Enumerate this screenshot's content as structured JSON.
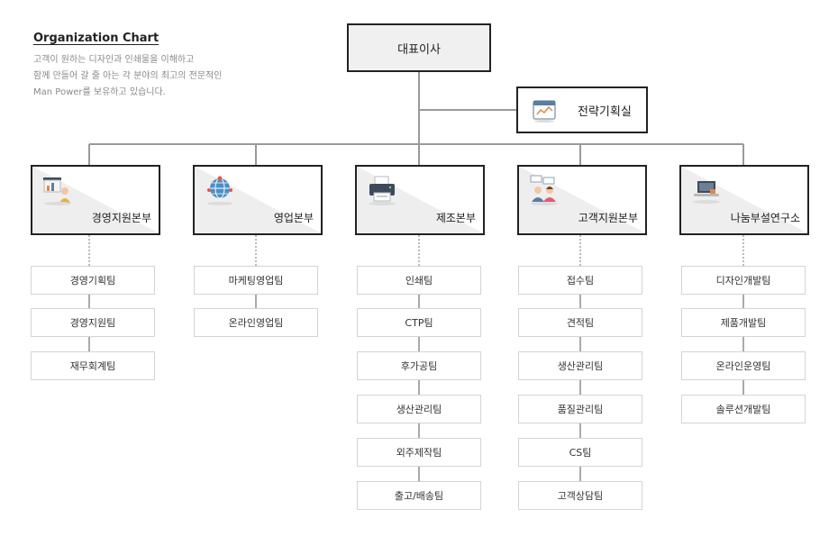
{
  "intro": {
    "title": "Organization Chart",
    "lines": [
      "고객이 원하는 디자인과 인쇄물을 이해하고",
      "함께 만들어 갈 줄 아는 각 분야의 최고의 전문적인",
      "Man Power를 보유하고 있습니다."
    ]
  },
  "ceo": {
    "label": "대표이사"
  },
  "strategy": {
    "label": "전략기획실",
    "icon": "calendar-chart-icon"
  },
  "divisions": [
    {
      "label": "경영지원본부",
      "icon": "presentation-board-icon",
      "teams": [
        "경영기획팀",
        "경영지원팀",
        "재무회계팀"
      ]
    },
    {
      "label": "영업본부",
      "icon": "globe-pin-icon",
      "teams": [
        "마케팅영업팀",
        "온라인영업팀"
      ]
    },
    {
      "label": "제조본부",
      "icon": "printer-icon",
      "teams": [
        "인쇄팀",
        "CTP팀",
        "후가공팀",
        "생산관리팀",
        "외주제작팀",
        "출고/배송팀"
      ]
    },
    {
      "label": "고객지원본부",
      "icon": "support-staff-icon",
      "teams": [
        "접수팀",
        "견적팀",
        "생산관리팀",
        "품질관리팀",
        "CS팀",
        "고객상담팀"
      ]
    },
    {
      "label": "나눔부설연구소",
      "icon": "laptop-icon",
      "teams": [
        "디자인개발팀",
        "제품개발팀",
        "온라인운영팀",
        "솔루션개발팀"
      ]
    }
  ],
  "colors": {
    "line": "#9a9a9a",
    "box_border": "#222222",
    "team_border": "#d4d4d4",
    "ceo_fill": "#f0f0f0"
  }
}
